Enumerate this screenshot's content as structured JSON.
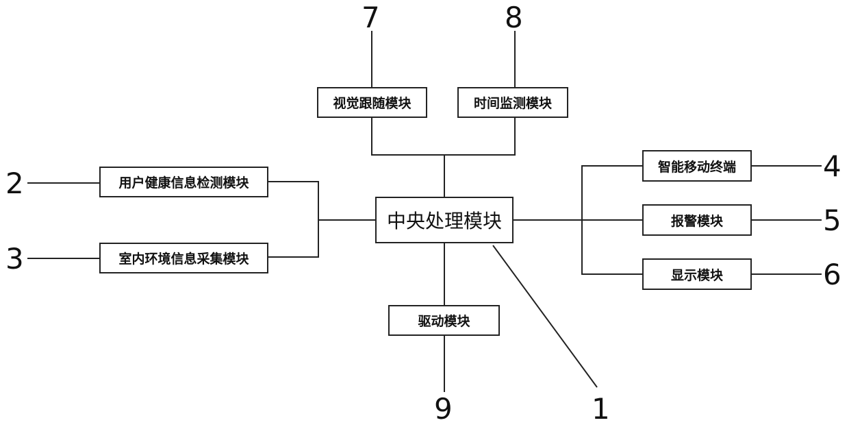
{
  "modules": {
    "central": "中央处理模块",
    "visual": "视觉跟随模块",
    "time": "时间监测模块",
    "health": "用户健康信息检测模块",
    "environment": "室内环境信息采集模块",
    "mobile": "智能移动终端",
    "alarm": "报警模块",
    "display": "显示模块",
    "drive": "驱动模块"
  },
  "labels": {
    "central": "1",
    "health": "2",
    "environment": "3",
    "mobile": "4",
    "alarm": "5",
    "display": "6",
    "visual": "7",
    "time": "8",
    "drive": "9"
  }
}
